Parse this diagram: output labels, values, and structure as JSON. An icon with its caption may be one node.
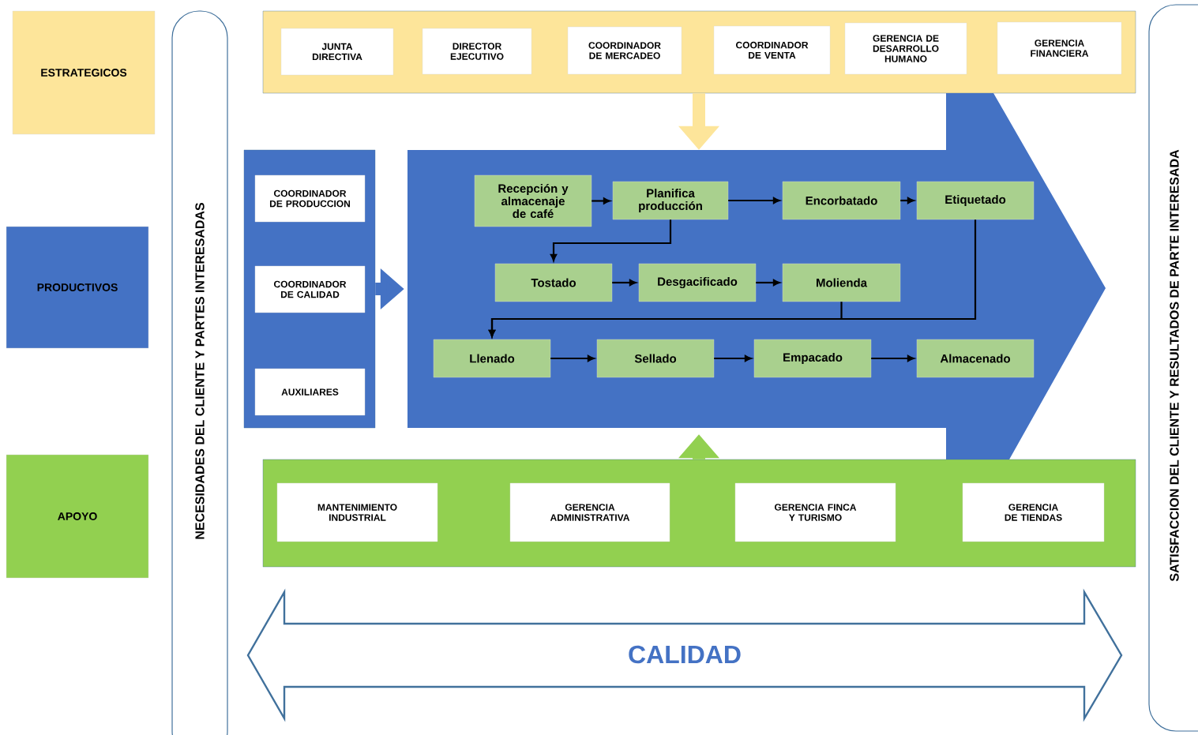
{
  "diagram": {
    "nodes": [
      {
        "text": [
          "ESTRATEGICOS"
        ]
      },
      {
        "text": [
          "PRODUCTIVOS"
        ]
      },
      {
        "text": [
          "APOYO"
        ]
      },
      {
        "text": [
          "NECESIDADES DEL CLIENTE Y PARTES INTERESADAS"
        ]
      },
      {
        "text": [
          "SATISFACCION DEL CLIENTE Y RESULTADOS DE PARTE INTERESADA"
        ]
      },
      {
        "text": [],
        "shape": "box"
      },
      {
        "text": [
          "JUNTA DIRECTIVA"
        ],
        "in": 5
      },
      {
        "text": [
          "DIRECTOR EJECUTIVO"
        ],
        "in": 5
      },
      {
        "text": [
          "COORDINADOR DE MERCADEO"
        ],
        "in": 5
      },
      {
        "text": [
          "COORDINADOR DE VENTA"
        ],
        "in": 5
      },
      {
        "text": [
          "GERENCIA DE DESARROLLO HUMANO"
        ],
        "in": 5
      },
      {
        "text": [
          "GERENCIA FINANCIERA"
        ],
        "in": 5
      },
      {
        "text": [],
        "shape": "box"
      },
      {
        "text": [
          "COORDINADOR DE PRODUCCION"
        ],
        "in": 12
      },
      {
        "text": [
          "COORDINADOR DE CALIDAD"
        ],
        "in": 12
      },
      {
        "text": [
          "AUXILIARES"
        ],
        "in": 12
      },
      {
        "text": [],
        "shape": "arrow"
      },
      {
        "text": [
          "Recepción y almacenaje de café"
        ],
        "in": 16
      },
      {
        "text": [
          "Planifica producción"
        ],
        "in": 16
      },
      {
        "text": [
          "Encorbatado"
        ],
        "in": 16
      },
      {
        "text": [
          "Etiquetado"
        ],
        "in": 16
      },
      {
        "text": [
          "Tostado"
        ],
        "in": 16
      },
      {
        "text": [
          "Desgacificado"
        ],
        "in": 16
      },
      {
        "text": [
          "Molienda"
        ],
        "in": 16
      },
      {
        "text": [
          "Llenado"
        ],
        "in": 16
      },
      {
        "text": [
          "Sellado"
        ],
        "in": 16
      },
      {
        "text": [
          "Empacado"
        ],
        "in": 16
      },
      {
        "text": [
          "Almacenado"
        ],
        "in": 16
      },
      {
        "text": [],
        "shape": "box"
      },
      {
        "text": [
          "MANTENIMIENTO INDUSTRIAL"
        ],
        "in": 28
      },
      {
        "text": [
          "GERENCIA ADMINISTRATIVA"
        ],
        "in": 28
      },
      {
        "text": [
          "GERENCIA FINCA Y TURISMO"
        ],
        "in": 28
      },
      {
        "text": [
          "GERENCIA DE TIENDAS"
        ],
        "in": 28
      }
    ],
    "edges": [
      {
        "from": 5,
        "to": 16,
        "arrow": "to",
        "style": "thick",
        "color": "#fde59a"
      },
      {
        "from": 12,
        "to": 16,
        "arrow": "to",
        "style": "thick",
        "color": "#4472c4"
      },
      {
        "from": 28,
        "to": 16,
        "arrow": "to",
        "style": "thick",
        "color": "#92d050"
      },
      {
        "from": 17,
        "to": 18,
        "arrow": "to"
      },
      {
        "from": 18,
        "to": 19,
        "arrow": "to"
      },
      {
        "from": 19,
        "to": 20,
        "arrow": "to"
      },
      {
        "from": 18,
        "to": 21,
        "arrow": "to"
      },
      {
        "from": 21,
        "to": 22,
        "arrow": "to"
      },
      {
        "from": 22,
        "to": 23,
        "arrow": "to"
      },
      {
        "from": 23,
        "to": 24,
        "arrow": "to"
      },
      {
        "from": 20,
        "to": 24,
        "arrow": "to"
      },
      {
        "from": 24,
        "to": 25,
        "arrow": "to"
      },
      {
        "from": 25,
        "to": 26,
        "arrow": "to"
      },
      {
        "from": 26,
        "to": 27,
        "arrow": "to"
      },
      {
        "from": 3,
        "to": 4,
        "arrow": "both",
        "label": "CALIDAD",
        "style": "thick",
        "color": "#41719c"
      }
    ]
  }
}
